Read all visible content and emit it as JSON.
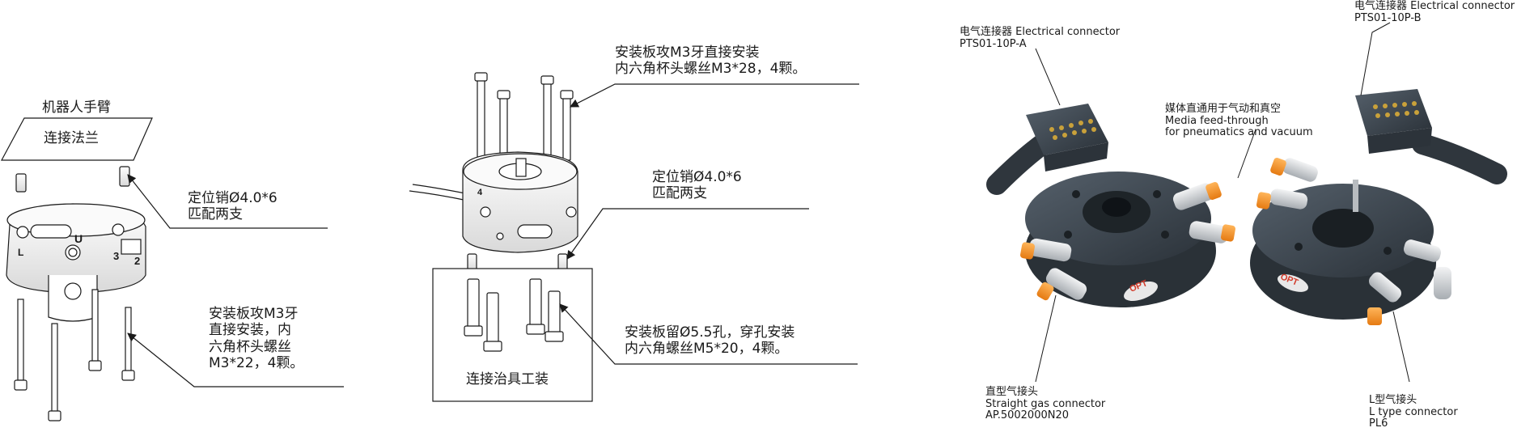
{
  "left": {
    "robot_arm": "机器人手臂",
    "flange": "连接法兰",
    "pin_note": [
      "定位销Ø4.0*6",
      "匹配两支"
    ],
    "screw_note": [
      "安装板攻M3牙",
      "直接安装，内",
      "六角杯头螺丝",
      "M3*22，4颗。"
    ],
    "marks": [
      "L",
      "U",
      "3",
      "2"
    ]
  },
  "middle": {
    "top_note": [
      "安装板攻M3牙直接安装",
      "内六角杯头螺丝M3*28，4颗。"
    ],
    "pin_note": [
      "定位销Ø4.0*6",
      "匹配两支"
    ],
    "hole_note": [
      "安装板留Ø5.5孔，穿孔安装",
      "内六角螺丝M5*20，4颗。"
    ],
    "fixture_label": "连接治具工装",
    "marks": [
      "4"
    ]
  },
  "right": {
    "conn_a": [
      "电气连接器 Electrical connector",
      "PTS01-10P-A"
    ],
    "conn_b": [
      "电气连接器 Electrical connector",
      "PTS01-10P-B"
    ],
    "media": [
      "媒体直通用于气动和真空",
      "Media feed-through",
      "for pneumatics and vacuum"
    ],
    "straight": [
      "直型气接头",
      "Straight gas connector",
      "AP.5002000N20"
    ],
    "ltype": [
      "L型气接头",
      "L type connector",
      "PL6"
    ],
    "logo_text": "OPT"
  },
  "colors": {
    "body_dark": "#3c4650",
    "fitting_orange": "#f08c28",
    "fitting_silver": "#cfd3d6",
    "pin_gold": "#c9a13a",
    "line": "#1a1a1a"
  }
}
